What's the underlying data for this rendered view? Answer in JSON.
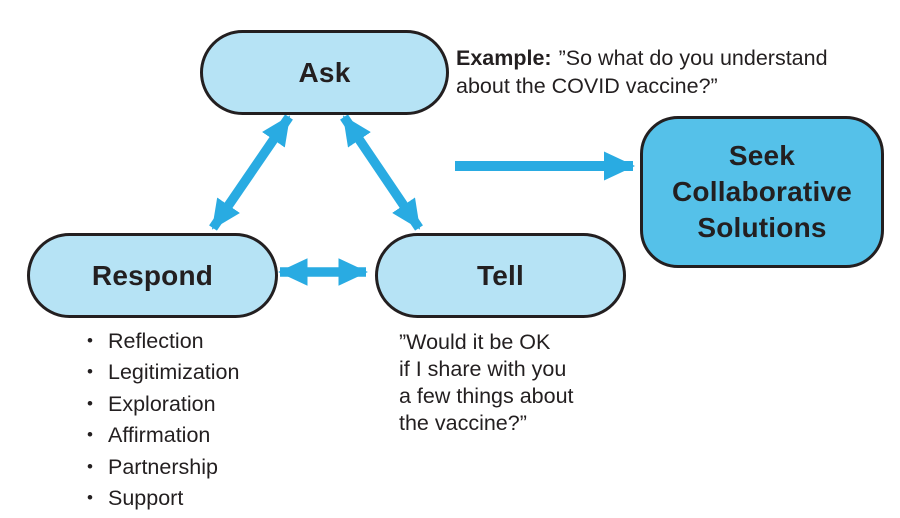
{
  "colors": {
    "background": "#ffffff",
    "node_fill": "#b6e3f5",
    "seek_fill": "#55c1e9",
    "arrow": "#29abe2",
    "border": "#231f20",
    "text": "#231f20"
  },
  "nodes": {
    "ask": {
      "label": "Ask"
    },
    "respond": {
      "label": "Respond"
    },
    "tell": {
      "label": "Tell"
    },
    "seek": {
      "label": "Seek Collaborative Solutions",
      "lines": [
        "Seek",
        "Collaborative",
        "Solutions"
      ]
    }
  },
  "example": {
    "label": "Example:",
    "quote": "”So what do you understand about the COVID vaccine?”"
  },
  "respond_details": {
    "items": [
      "Reflection",
      "Legitimization",
      "Exploration",
      "Affirmation",
      "Partnership",
      "Support"
    ]
  },
  "tell_quote": {
    "lines": [
      "”Would it be OK",
      "if I share with you",
      "a few things about",
      "the vaccine?”"
    ]
  },
  "connections": [
    "ask-respond-bidirectional",
    "ask-tell-bidirectional",
    "respond-tell-bidirectional",
    "triangle-to-seek-collaborative-solutions"
  ]
}
